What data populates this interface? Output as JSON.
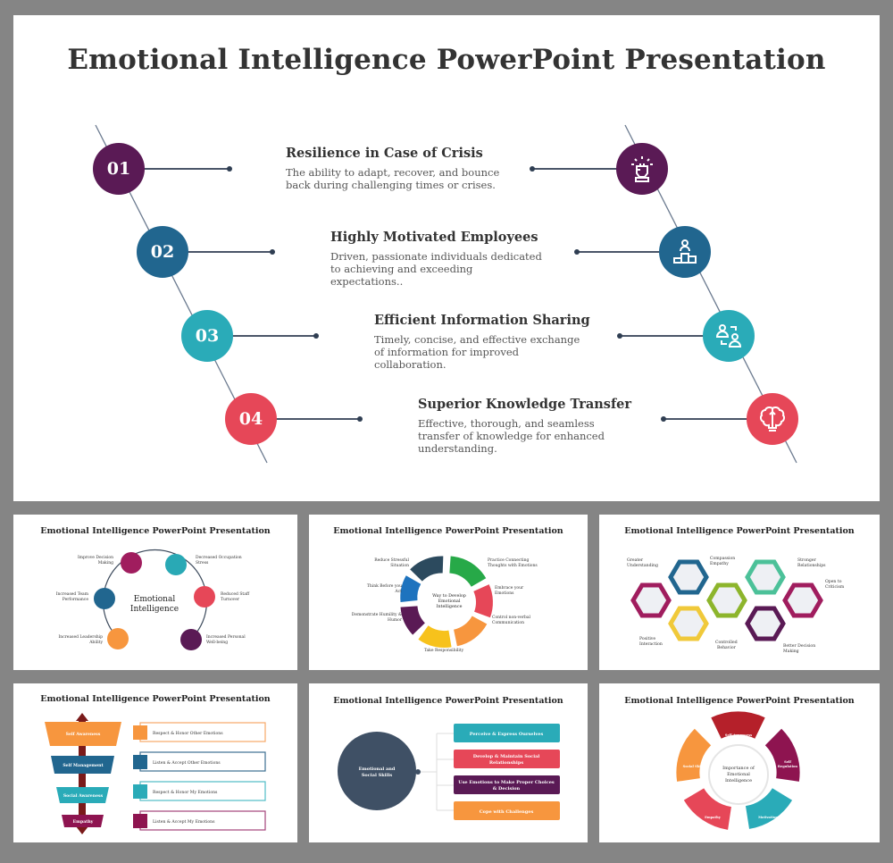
{
  "main": {
    "title": "Emotional Intelligence PowerPoint Presentation",
    "items": [
      {
        "number": "01",
        "title": "Resilience in Case of Crisis",
        "desc": "The ability to adapt, recover, and bounce back during challenging times or crises.",
        "icon": "fist-icon",
        "color": "#5a1a55"
      },
      {
        "number": "02",
        "title": "Highly Motivated Employees",
        "desc": "Driven, passionate individuals dedicated to achieving and exceeding expectations..",
        "icon": "podium-icon",
        "color": "#21668f"
      },
      {
        "number": "03",
        "title": "Efficient Information Sharing",
        "desc": "Timely, concise, and effective exchange of information for improved collaboration.",
        "icon": "people-exchange-icon",
        "color": "#2aabb8"
      },
      {
        "number": "04",
        "title": "Superior Knowledge Transfer",
        "desc": "Effective, thorough, and seamless transfer of knowledge for enhanced understanding.",
        "icon": "brain-bulb-icon",
        "color": "#e64758"
      }
    ]
  },
  "thumbs": {
    "title": "Emotional Intelligence PowerPoint Presentation",
    "t1": {
      "center": [
        "Emotional",
        "Intelligence"
      ],
      "labels": [
        [
          "Improve Decision",
          "Making"
        ],
        [
          "Decreased Occupation",
          "Stress"
        ],
        [
          "Increased Team",
          "Performance"
        ],
        [
          "Reduced Staff",
          "Turnover"
        ],
        [
          "Increased Leadership",
          "Ability"
        ],
        [
          "Increased Personal",
          "Well-being"
        ]
      ]
    },
    "t2": {
      "center": [
        "Way to Develop",
        "Emotional",
        "Intelligence"
      ],
      "labels": [
        [
          "Reduce Stressful",
          "Situation"
        ],
        [
          "Practice Connecting",
          "Thoughts with Emotions"
        ],
        [
          "Think Before you",
          "Act"
        ],
        [
          "Embrace your",
          "Emotions"
        ],
        [
          "Demonstrate Humility &",
          "Humor"
        ],
        [
          "Control non-verbal",
          "Communication"
        ],
        [
          "Take Responsibility"
        ]
      ]
    },
    "t3": {
      "labels": [
        [
          "Greater",
          "Understanding"
        ],
        [
          "Compassion",
          "Empathy"
        ],
        [
          "Stronger",
          "Relationships"
        ],
        [
          "Open to",
          "Criticism"
        ],
        [
          "Positive",
          "Interaction"
        ],
        [
          "Controlled",
          "Behavior"
        ],
        [
          "Better Decision",
          "Making"
        ]
      ]
    },
    "t4": {
      "levels": [
        "Self Awareness",
        "Self Management",
        "Social Awareness",
        "Empathy"
      ],
      "boxes": [
        "Respect & Honor Other Emotions",
        "Listen & Accept Other Emotions",
        "Respect & Honor My Emotions",
        "Listen & Accept My Emotions"
      ]
    },
    "t5": {
      "center": [
        "Emotional and",
        "Social Skills"
      ],
      "boxes": [
        [
          "Perceive & Express Ourselves"
        ],
        [
          "Develop & Maintain Social",
          "Relationships"
        ],
        [
          "Use Emotions to Make Proper Choices",
          "& Decision"
        ],
        [
          "Cope with Challenges"
        ]
      ]
    },
    "t6": {
      "center": [
        "Importance of",
        "Emotional",
        "Intelligence"
      ],
      "segments": [
        [
          "Self Awareness"
        ],
        [
          "Self",
          "Regulation"
        ],
        [
          "Motivation"
        ],
        [
          "Empathy"
        ],
        [
          "Social Skills"
        ]
      ]
    }
  }
}
